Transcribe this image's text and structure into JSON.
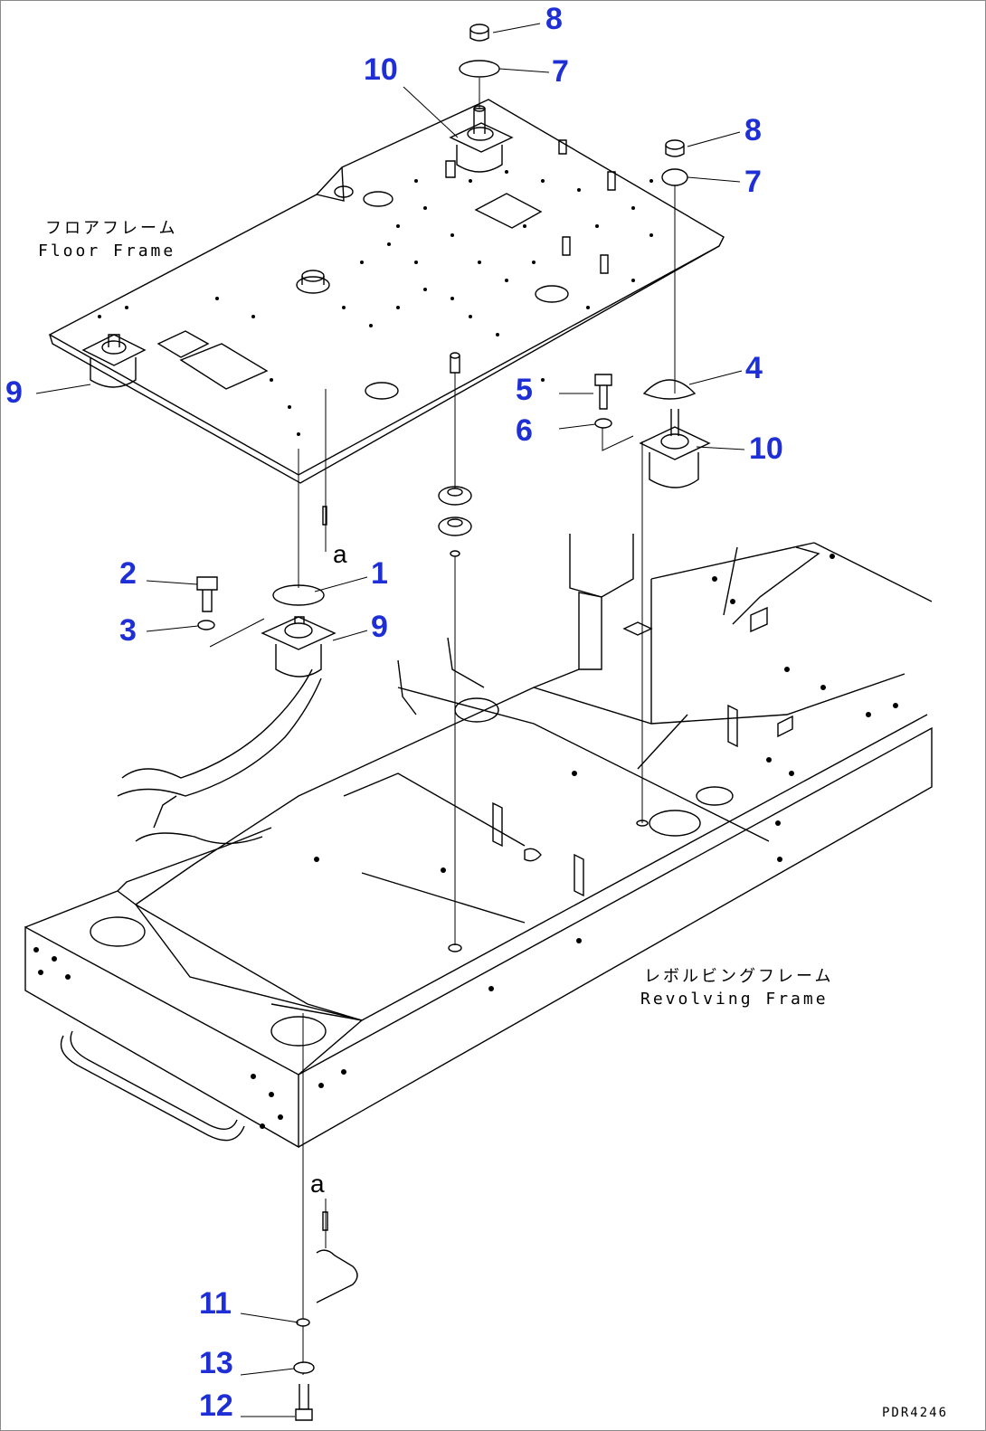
{
  "labels": {
    "floor_frame_jp": "フロアフレーム",
    "floor_frame_en": "Floor Frame",
    "revolving_frame_jp": "レボルビングフレーム",
    "revolving_frame_en": "Revolving Frame",
    "ref_a_top": "a",
    "ref_a_bottom": "a",
    "drawing_code": "PDR4246"
  },
  "callouts": {
    "p1": "1",
    "p2": "2",
    "p3": "3",
    "p4": "4",
    "p5": "5",
    "p6": "6",
    "p7_top": "7",
    "p7_right": "7",
    "p8_top": "8",
    "p8_right": "8",
    "p9_left": "9",
    "p9_mid": "9",
    "p10_top": "10",
    "p10_right": "10",
    "p11": "11",
    "p12": "12",
    "p13": "13"
  },
  "colors": {
    "callout": "#1f2fd6",
    "linework": "#000000"
  }
}
